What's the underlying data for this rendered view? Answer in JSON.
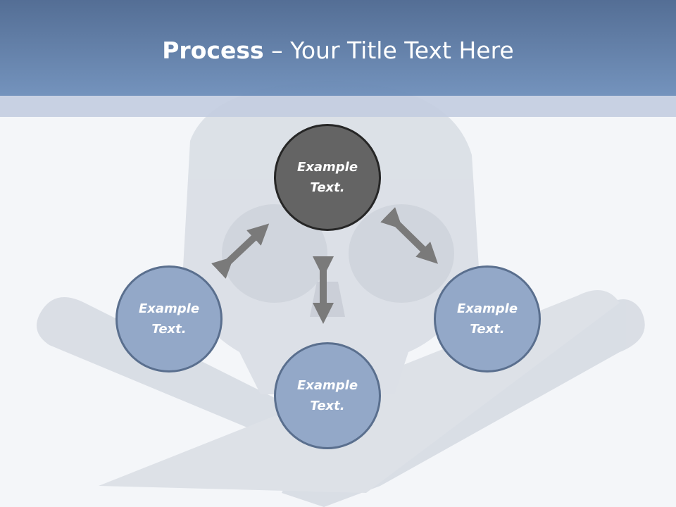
{
  "header": {
    "title_bold": "Process",
    "title_rest": " – Your Title Text Here"
  },
  "nodes": [
    {
      "text": "Example Text.",
      "role": "center-top"
    },
    {
      "text": "Example Text.",
      "role": "left"
    },
    {
      "text": "Example Text.",
      "role": "right"
    },
    {
      "text": "Example Text.",
      "role": "bottom"
    }
  ],
  "colors": {
    "header": "#6080ad",
    "node": "#93a8c8",
    "node_active": "#646464",
    "arrow": "#7a7a7a"
  }
}
